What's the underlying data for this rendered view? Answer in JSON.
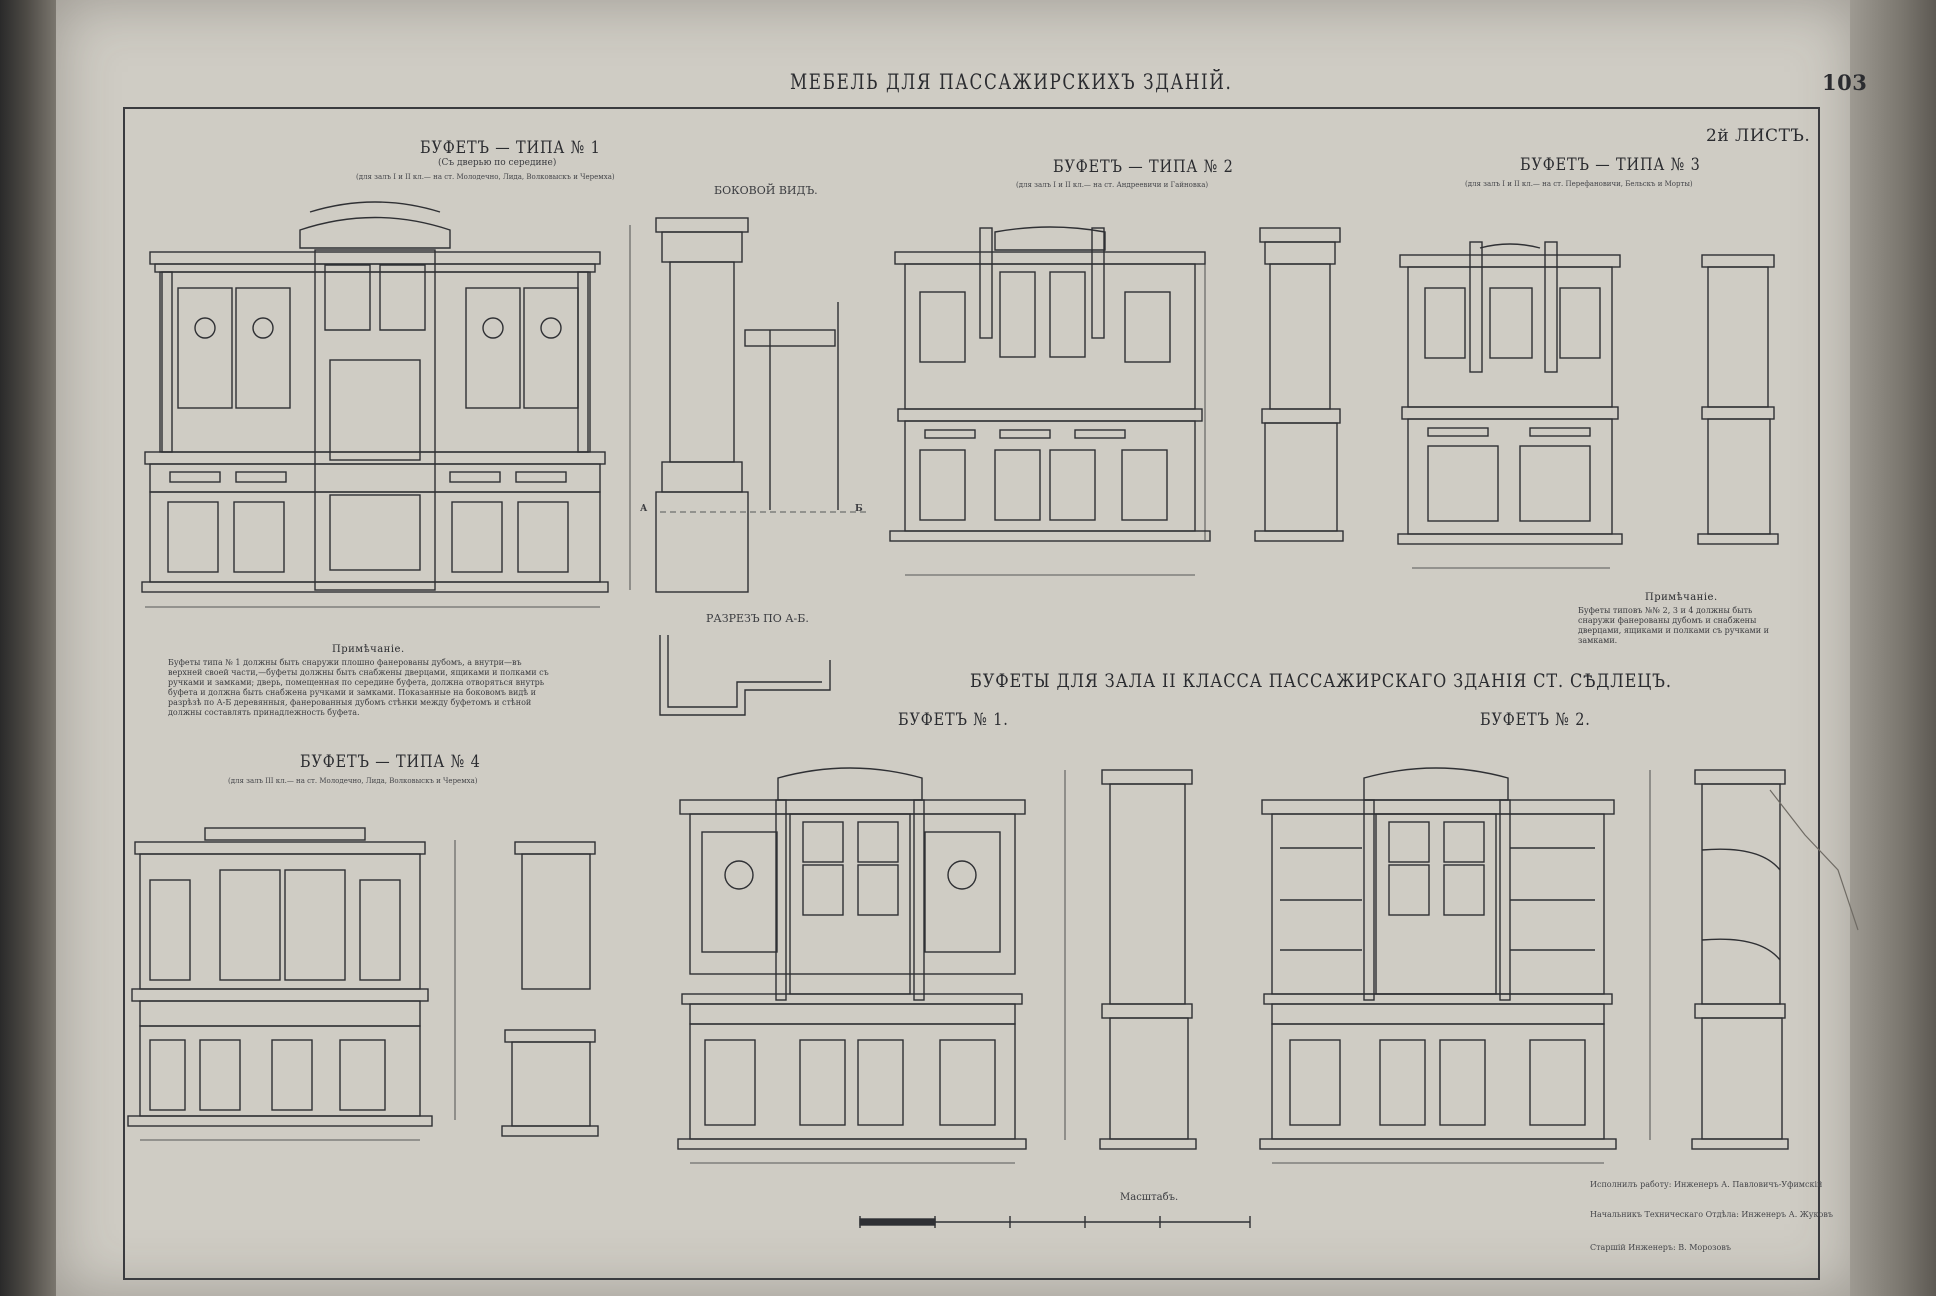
{
  "page": {
    "title": "МЕБЕЛЬ ДЛЯ ПАССАЖИРСКИХЪ ЗДАНІЙ.",
    "number": "103",
    "sheet": "2й ЛИСТЪ."
  },
  "buffets": [
    {
      "title": "БУФЕТЪ — ТИПА № 1",
      "subtitle": "(Съ дверью по середине)",
      "note": "(для залъ I и II кл.— на ст. Молодечно, Лида, Волковыскъ и Черемха)"
    },
    {
      "title": "БУФЕТЪ — ТИПА № 2",
      "note": "(для залъ I и II кл.— на ст. Андреевичи и Гайновка)"
    },
    {
      "title": "БУФЕТЪ — ТИПА № 3",
      "note": "(для залъ I и II кл.— на ст. Перефановичи, Бельскъ и Морты)"
    },
    {
      "title": "БУФЕТЪ — ТИПА № 4",
      "note": "(для залъ III кл.— на ст. Молодечно, Лида, Волковыскъ и Черемха)"
    }
  ],
  "views": {
    "side_view": "БОКОВОЙ ВИДЪ.",
    "section": "РАЗРЕЗЪ ПО А-Б.",
    "section_a": "А",
    "section_b": "Б"
  },
  "notes": {
    "left_heading": "Примѣчаніе.",
    "left_body": "Буфеты типа № 1 должны быть снаружи плошно фанерованы дубомъ, а внутри—въ верхней своей части,—буфеты должны быть снабжены дверцами, ящиками и полками съ ручками и замками; дверь, помещенная по середине буфета, должна отворяться внутрь буфета и должна быть снабжена ручками и замками. Показанные на боковомъ видѣ и разрѣзѣ по А-Б деревянныя, фанерованныя дубомъ стѣнки между буфетомъ и стѣной должны составлять принадлежность буфета.",
    "right_heading": "Примѣчаніе.",
    "right_body": "Буфеты типовъ №№ 2, 3 и 4 должны быть снаружи фанерованы дубомъ и снабжены дверцами, ящиками и полками съ ручками и замками."
  },
  "siedlce": {
    "heading": "БУФЕТЫ ДЛЯ ЗАЛА II КЛАССА ПАССАЖИРСКАГО ЗДАНІЯ СТ. СѢДЛЕЦЪ.",
    "buffet_1": "БУФЕТЪ № 1.",
    "buffet_2": "БУФЕТЪ № 2."
  },
  "scale": {
    "label": "Масштабъ."
  },
  "signatures": [
    "Исполнилъ работу: Инженеръ А. Павловичъ-Уфимскій",
    "Начальникъ Техническаго Отдѣла: Инженеръ А. Жуковъ",
    "Старшій Инженеръ: В. Морозовъ"
  ],
  "colors": {
    "paper": "#cfccc4",
    "ink": "#2f3034"
  }
}
